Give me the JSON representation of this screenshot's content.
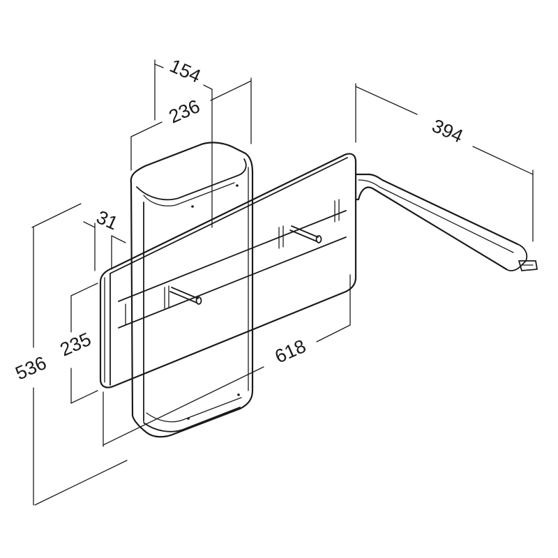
{
  "dimensions": {
    "width_154": "154",
    "width_236": "236",
    "depth_394": "394",
    "thickness_31": "31",
    "height_235": "235",
    "height_536": "536",
    "length_618": "618"
  }
}
